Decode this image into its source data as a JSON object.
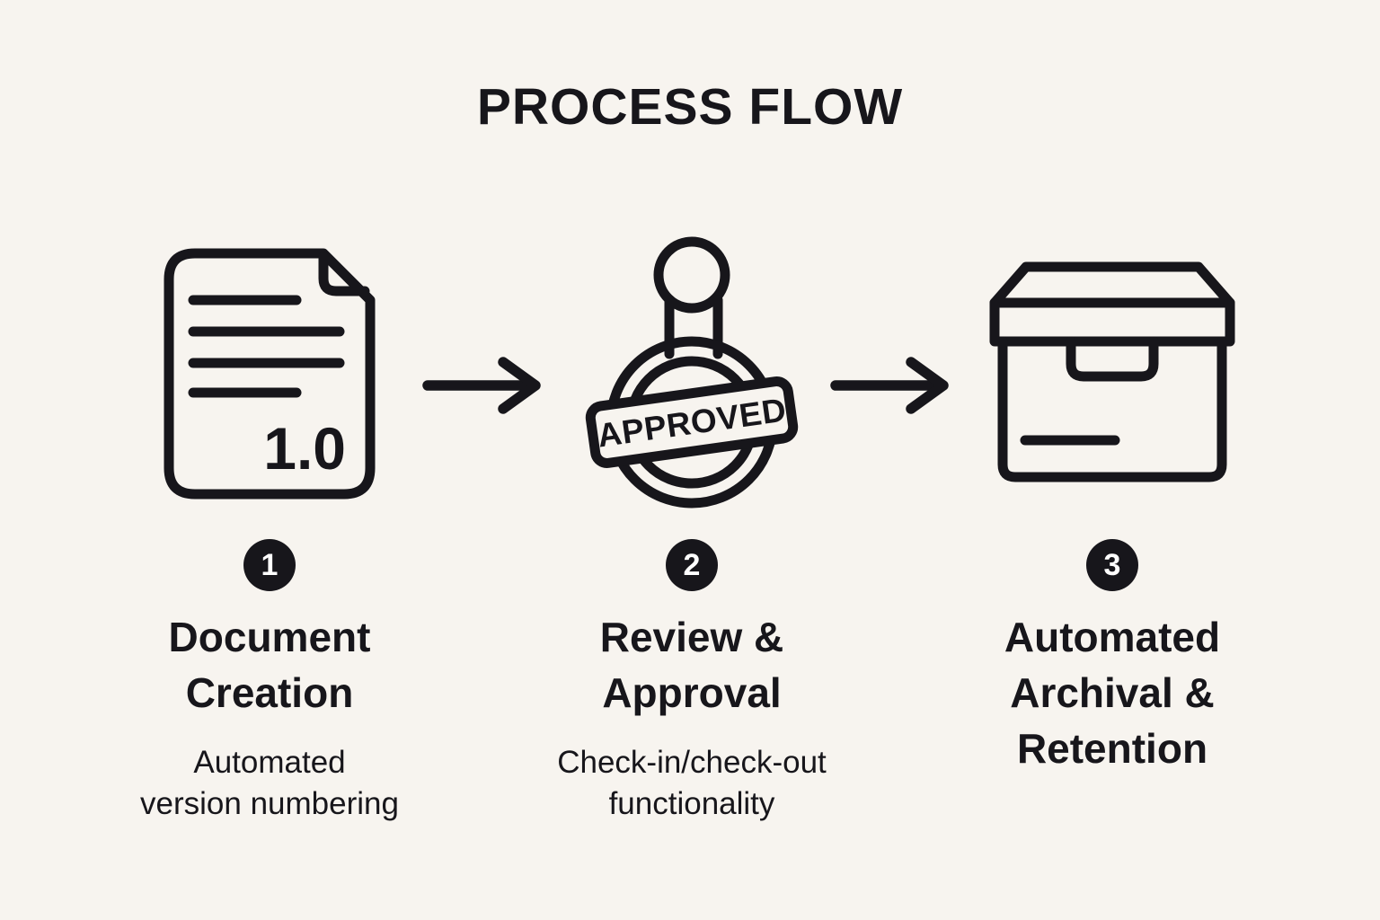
{
  "title": "PROCESS FLOW",
  "colors": {
    "background": "#F7F4EF",
    "ink": "#17161B",
    "badge_background": "#17161B",
    "badge_text": "#FFFFFF"
  },
  "steps": [
    {
      "number": "1",
      "icon": "document-version-icon",
      "icon_text": "1.0",
      "title": "Document\nCreation",
      "description": "Automated\nversion numbering"
    },
    {
      "number": "2",
      "icon": "approved-stamp-icon",
      "icon_text": "APPROVED",
      "title": "Review &\nApproval",
      "description": "Check-in/check-out\nfunctionality"
    },
    {
      "number": "3",
      "icon": "archive-box-icon",
      "icon_text": "",
      "title": "Automated\nArchival &\nRetention",
      "description": ""
    }
  ]
}
